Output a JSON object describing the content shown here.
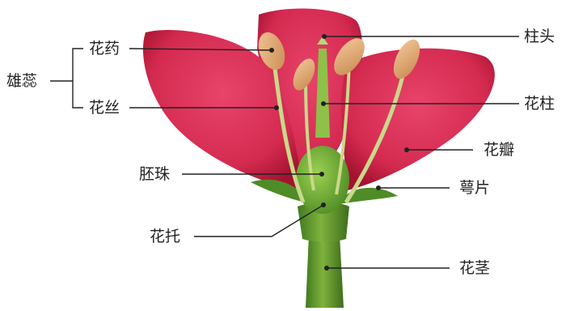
{
  "labels": {
    "stamen": "雄蕊",
    "anther": "花药",
    "filament": "花丝",
    "stigma": "柱头",
    "style": "花柱",
    "petal": "花瓣",
    "ovule": "胚珠",
    "sepal": "萼片",
    "receptacle": "花托",
    "stem": "花茎"
  },
  "colors": {
    "petal": "#d92a52",
    "petal_dark": "#a3122f",
    "green": "#5f9a2e",
    "green_light": "#8fc04a",
    "anther": "#e2b07c",
    "filament": "#c9d88a",
    "line": "#222222"
  }
}
